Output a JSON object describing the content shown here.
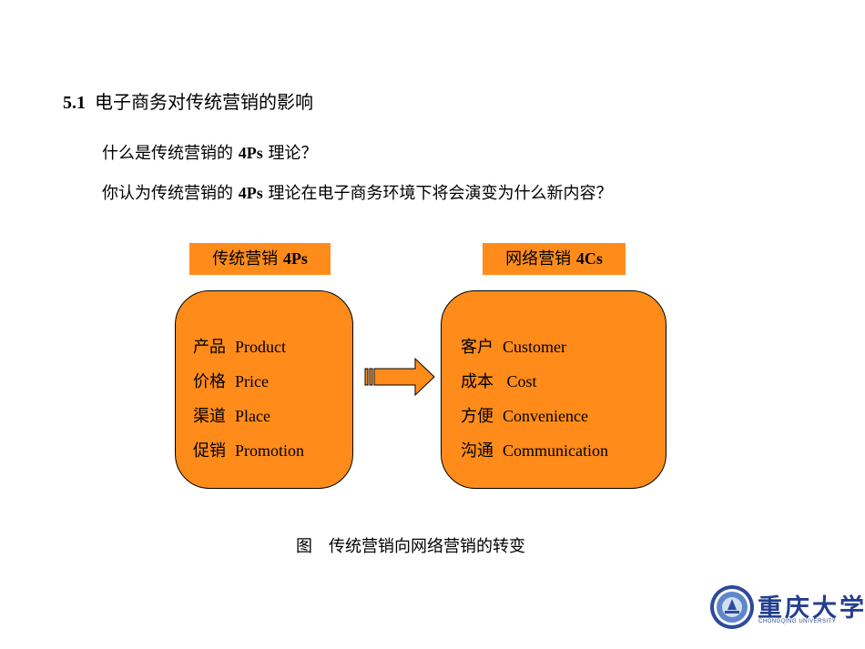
{
  "section": {
    "number": "5.1",
    "title": "电子商务对传统营销的影响"
  },
  "questions": [
    {
      "pre": "什么是传统营销的 ",
      "bold": "4Ps",
      "post": " 理论？"
    },
    {
      "pre": "你认为传统营销的 ",
      "bold": "4Ps",
      "post": " 理论在电子商务环境下将会演变为什么新内容？"
    }
  ],
  "left_label": {
    "zh": "传统营销 ",
    "bold": "4Ps"
  },
  "right_label": {
    "zh": "网络营销 ",
    "bold": "4Cs"
  },
  "left_items": [
    {
      "zh": "产品",
      "en": "Product"
    },
    {
      "zh": "价格",
      "en": "Price"
    },
    {
      "zh": "渠道",
      "en": "Place"
    },
    {
      "zh": "促销",
      "en": "Promotion"
    }
  ],
  "right_items": [
    {
      "zh": "客户",
      "en": "Customer"
    },
    {
      "zh": "成本",
      "en": " Cost"
    },
    {
      "zh": "方便",
      "en": "Convenience"
    },
    {
      "zh": "沟通",
      "en": "Communication"
    }
  ],
  "caption": {
    "fig": "图",
    "text": "传统营销向网络营销的转变"
  },
  "logo": {
    "name": "重庆大学",
    "sub": "CHONGQING UNIVERSITY"
  },
  "colors": {
    "box_fill": "#ff8c1a",
    "logo_blue": "#243f8f"
  }
}
